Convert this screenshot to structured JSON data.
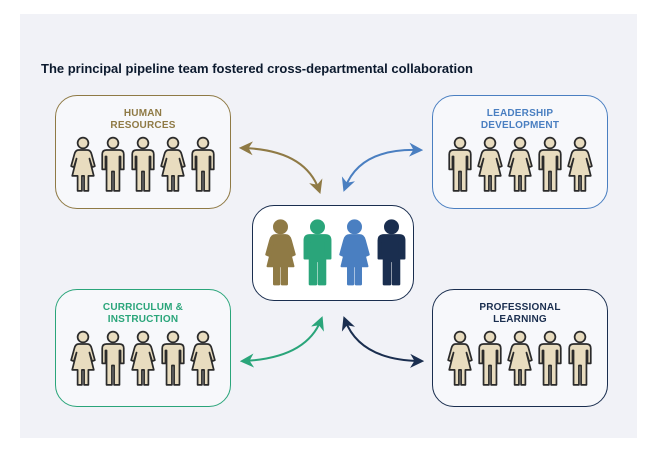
{
  "title": "The principal pipeline team fostered cross-departmental collaboration",
  "colors": {
    "background": "#f1f2f7",
    "figure_fill": "#e8dcbf",
    "figure_stroke": "#2b2b2b",
    "human_resources": "#8f7a45",
    "leadership_development": "#4a7fc1",
    "curriculum_instruction": "#2aa57a",
    "professional_learning": "#1a2e4f"
  },
  "groups": [
    {
      "id": "human-resources",
      "label_lines": [
        "HUMAN",
        "RESOURCES"
      ],
      "color_key": "human_resources",
      "figures": [
        "female",
        "male",
        "male",
        "female",
        "male"
      ]
    },
    {
      "id": "leadership-development",
      "label_lines": [
        "LEADERSHIP",
        "DEVELOPMENT"
      ],
      "color_key": "leadership_development",
      "figures": [
        "male",
        "female",
        "female",
        "male",
        "female"
      ]
    },
    {
      "id": "curriculum-instruction",
      "label_lines": [
        "CURRICULUM &",
        "INSTRUCTION"
      ],
      "color_key": "curriculum_instruction",
      "figures": [
        "female",
        "male",
        "female",
        "male",
        "female"
      ]
    },
    {
      "id": "professional-learning",
      "label_lines": [
        "PROFESSIONAL",
        "LEARNING"
      ],
      "color_key": "professional_learning",
      "figures": [
        "female",
        "male",
        "female",
        "male",
        "male"
      ]
    }
  ],
  "center_team": [
    {
      "figure": "female",
      "color_key": "human_resources"
    },
    {
      "figure": "male",
      "color_key": "curriculum_instruction"
    },
    {
      "figure": "female",
      "color_key": "leadership_development"
    },
    {
      "figure": "male",
      "color_key": "professional_learning"
    }
  ]
}
